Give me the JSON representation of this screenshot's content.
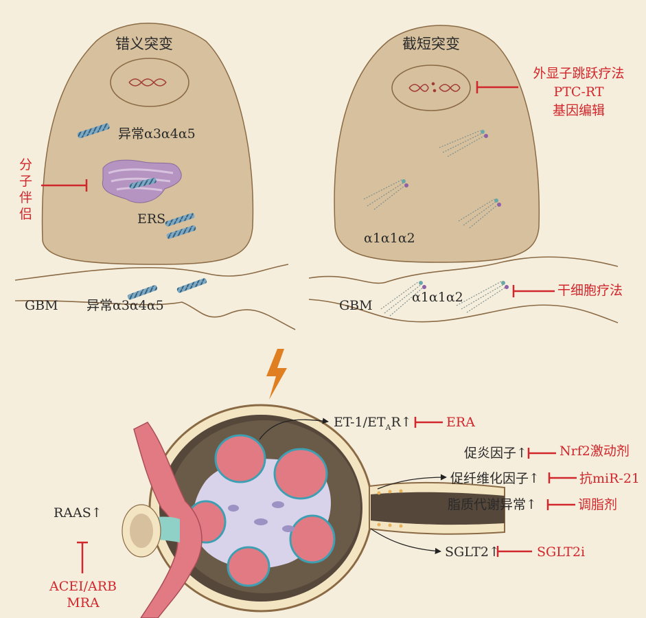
{
  "left_cell": {
    "title": "错义突变",
    "abnormal_collagen": "异常α3α4α5",
    "er_stress": "ERS",
    "therapy": [
      "分",
      "子",
      "伴",
      "侣"
    ]
  },
  "right_cell": {
    "title": "截短突变",
    "collagen": "α1α1α2",
    "therapy_lines": [
      "外显子跳跃疗法",
      "PTC-RT",
      "基因编辑"
    ]
  },
  "gbm_left": {
    "label": "GBM",
    "collagen": "异常α3α4α5"
  },
  "gbm_right": {
    "label": "GBM",
    "collagen": "α1α1α2",
    "therapy": "干细胞疗法"
  },
  "glomerulus": {
    "et": {
      "main": "ET-1/ET",
      "sub": "A",
      "tail": "R↑",
      "drug": "ERA"
    },
    "inflammation": {
      "label": "促炎因子↑",
      "drug": "Nrf2激动剂"
    },
    "fibrosis": {
      "label": "促纤维化因子↑",
      "drug": "抗miR-21"
    },
    "lipid": {
      "label": "脂质代谢异常↑",
      "drug": "调脂剂"
    },
    "sglt2": {
      "label": "SGLT2↑",
      "drug": "SGLT2i"
    },
    "raas": {
      "label": "RAAS↑",
      "drugs": [
        "ACEI/ARB",
        "MRA"
      ]
    }
  },
  "colors": {
    "cell": "#d6c09d",
    "outline": "#8a6a45",
    "inhibit": "#d0262c",
    "bolt": "#e07f22"
  }
}
